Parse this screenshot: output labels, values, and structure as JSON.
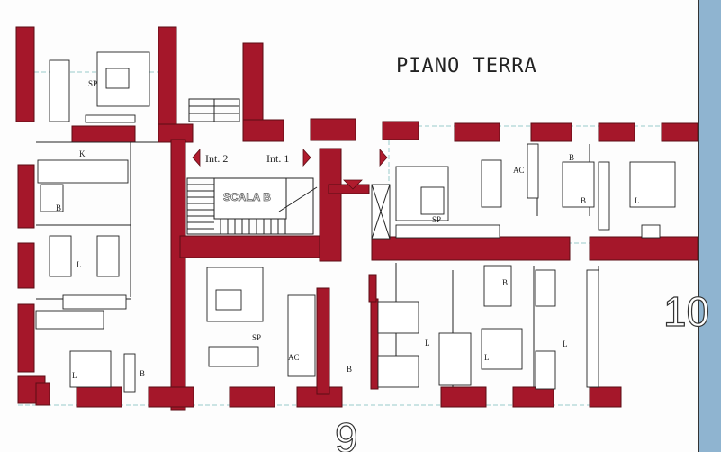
{
  "plan": {
    "title": "PIANO TERRA",
    "staircase_label": "SCALA B",
    "entrances": [
      "Int. 2",
      "Int. 1"
    ],
    "building_numbers": {
      "bottom": "9",
      "right": "10"
    },
    "room_labels": {
      "sp_top_left": "SP",
      "kitchen": "K",
      "bath_left": "B",
      "bed_left_twin": "L",
      "bed_left_bottom": "L",
      "bath_left_bottom": "B",
      "sp_center": "SP",
      "ac_center": "AC",
      "bath_center": "B",
      "bed_center": "L",
      "bath_center_right": "B",
      "bed_center_right": "L",
      "bed_right_bottom": "L",
      "sp_right": "SP",
      "ac_right": "AC",
      "bath_right": "B",
      "bath_right_2": "B",
      "bed_right_top": "L"
    },
    "colors": {
      "walls": "#a5172a",
      "side_band": "#8fb4d0"
    }
  }
}
